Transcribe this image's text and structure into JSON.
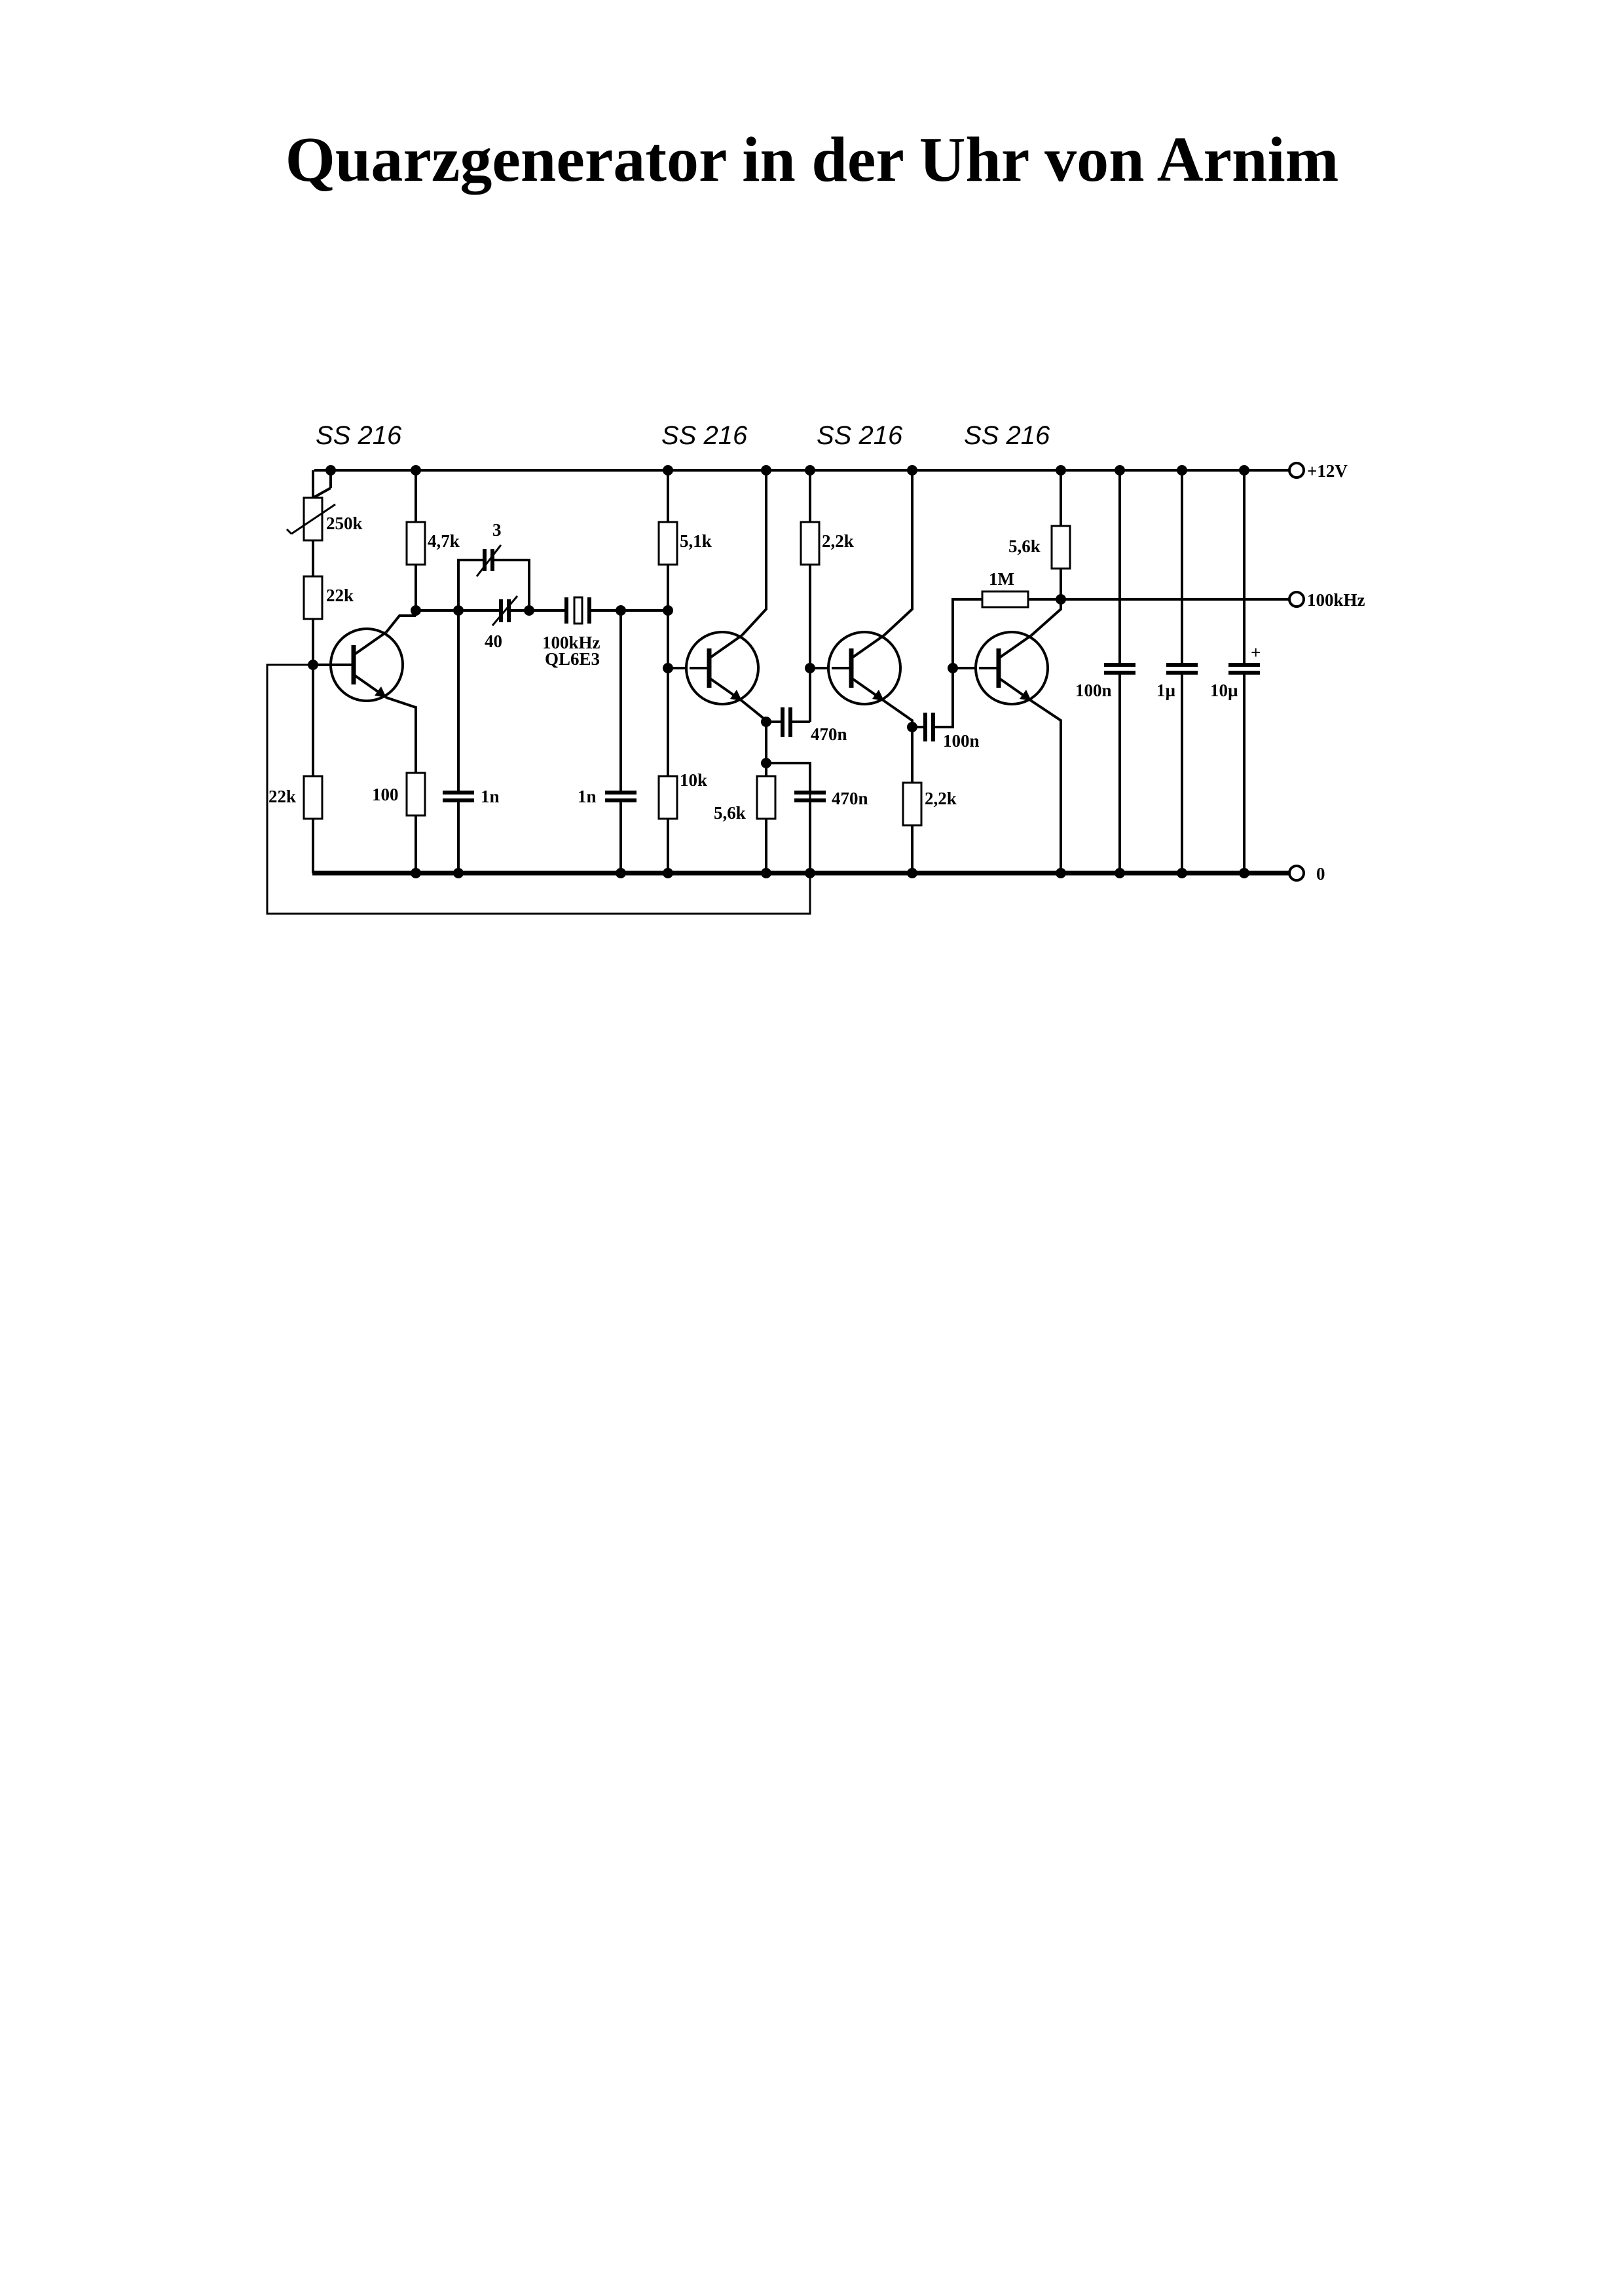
{
  "title": "Quarzgenerator in der Uhr von Arnim",
  "transistors": [
    {
      "label": "SS 216"
    },
    {
      "label": "SS 216"
    },
    {
      "label": "SS 216"
    },
    {
      "label": "SS 216"
    }
  ],
  "terminals": {
    "supply": "+12V",
    "output": "100kHz",
    "ground": "0"
  },
  "components": {
    "trimpot": "250k",
    "r_bias_top": "22k",
    "r_bias_bottom": "22k",
    "r_collector1": "4,7k",
    "r_emitter1": "100",
    "trimcap_small": "3",
    "trimcap_large": "40",
    "crystal_freq": "100kHz",
    "crystal_type": "QL6E3",
    "c_1n_left": "1n",
    "c_1n_right": "1n",
    "r_base2_top": "5,1k",
    "r_base2_bottom": "10k",
    "r_emitter2": "5,6k",
    "c_coupling2": "470n",
    "c_emitter2": "470n",
    "r_collector3": "2,2k",
    "r_emitter3": "2,2k",
    "c_coupling3": "100n",
    "r_feedback4": "1M",
    "r_collector4": "5,6k",
    "c_filter1": "100n",
    "c_filter2": "1µ",
    "c_filter3": "10µ",
    "c_filter3_polarity": "+"
  }
}
